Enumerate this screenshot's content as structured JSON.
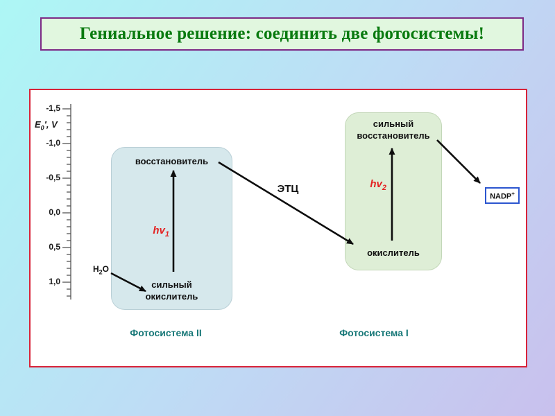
{
  "title": {
    "text": "Гениальное решение: соединить две фотосистемы!"
  },
  "diagram": {
    "axis": {
      "label": {
        "symbol": "E",
        "sub": "0",
        "prime": "′",
        "rest": ", V"
      },
      "ticks": [
        "-1,5",
        "-1,0",
        "-0,5",
        "0,0",
        "0,5",
        "1,0"
      ]
    },
    "photosystem2": {
      "reductant": "восстановитель",
      "oxidant_line1": "сильный",
      "oxidant_line2": "окислитель",
      "hv": {
        "base": "hv",
        "sub": "1"
      },
      "caption": "Фотосистема II"
    },
    "photosystem1": {
      "reductant_line1": "сильный",
      "reductant_line2": "восстановитель",
      "oxidant": "окислитель",
      "hv": {
        "base": "hv",
        "sub": "2"
      },
      "caption": "Фотосистема I"
    },
    "etc_label": "ЭТЦ",
    "water": {
      "base": "H",
      "sub": "2",
      "rest": "O"
    },
    "nadp": {
      "base": "NADP",
      "sup": "+"
    }
  },
  "colors": {
    "title_text": "#097a0f",
    "title_bg": "#e1f7df",
    "title_border": "#7d2a85",
    "panel_border": "#d92339",
    "ps2_fill": "#d6e8ec",
    "ps1_fill": "#deeed6",
    "hv_red": "#e32222",
    "caption_teal": "#187878",
    "nadp_border": "#2b55cf"
  }
}
